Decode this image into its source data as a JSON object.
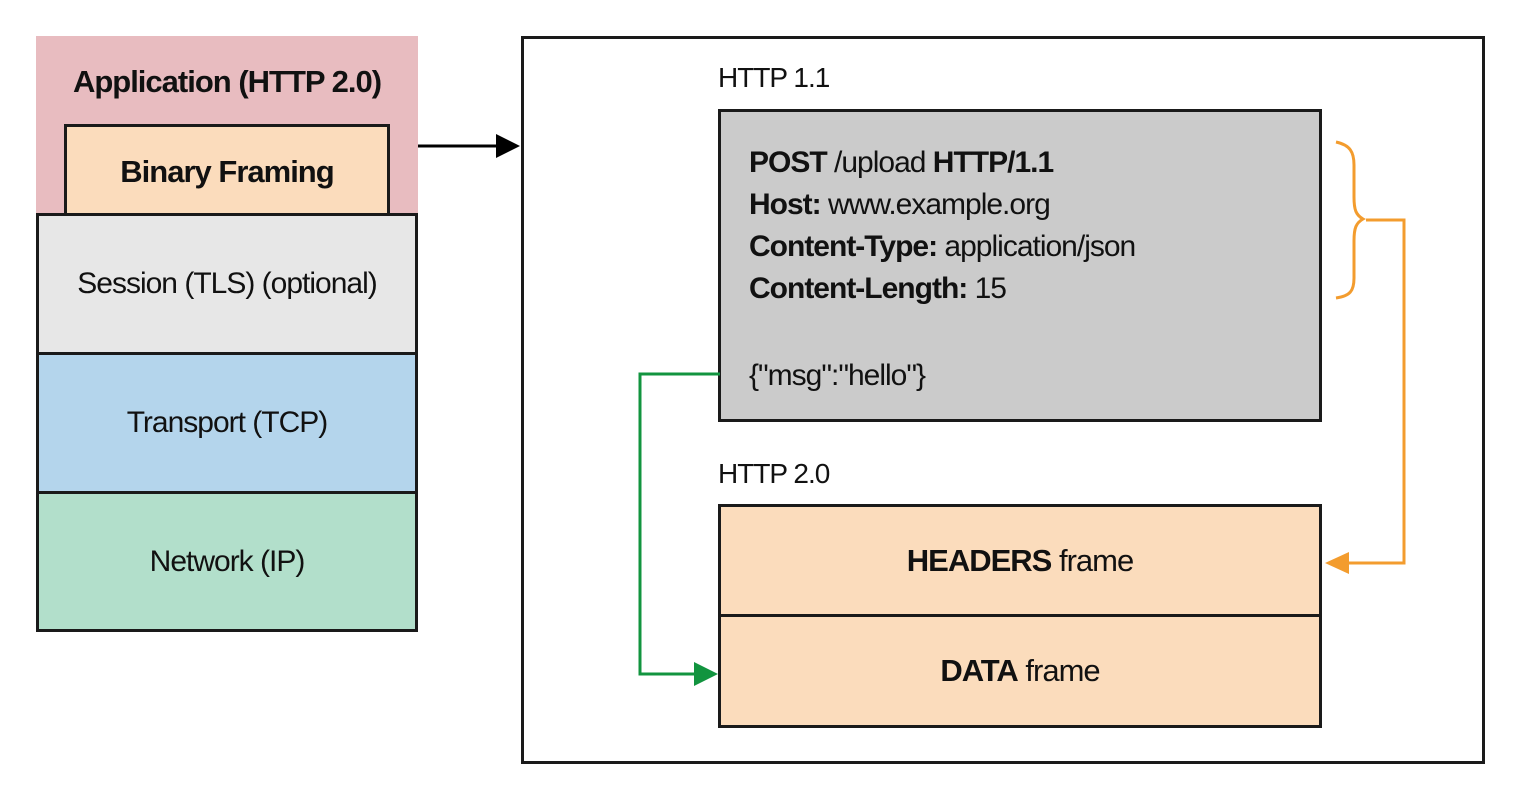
{
  "stack": {
    "application": "Application (HTTP 2.0)",
    "binary_framing": "Binary Framing",
    "session": "Session (TLS) (optional)",
    "transport": "Transport (TCP)",
    "network": "Network (IP)"
  },
  "http11": {
    "label": "HTTP 1.1",
    "request_method": "POST",
    "request_path": " /upload ",
    "request_version": "HTTP/1.1",
    "headers": [
      {
        "name": "Host:",
        "value": " www.example.org"
      },
      {
        "name": "Content-Type:",
        "value": " application/json"
      },
      {
        "name": "Content-Length:",
        "value": " 15"
      }
    ],
    "body": "{\"msg\":\"hello\"}"
  },
  "http20": {
    "label": "HTTP 2.0",
    "headers_frame": {
      "bold": "HEADERS",
      "rest": " frame"
    },
    "data_frame": {
      "bold": "DATA",
      "rest": " frame"
    }
  },
  "colors": {
    "application": "#e8bcc0",
    "binary_framing": "#fbdcbc",
    "session": "#e7e7e7",
    "transport": "#b4d5ec",
    "network": "#b2dfcb",
    "http11_box": "#cbcbcb",
    "frame": "#fbdcbc",
    "headers_arrow": "#f39c2e",
    "data_arrow": "#12943f",
    "stack_arrow": "#000000"
  }
}
